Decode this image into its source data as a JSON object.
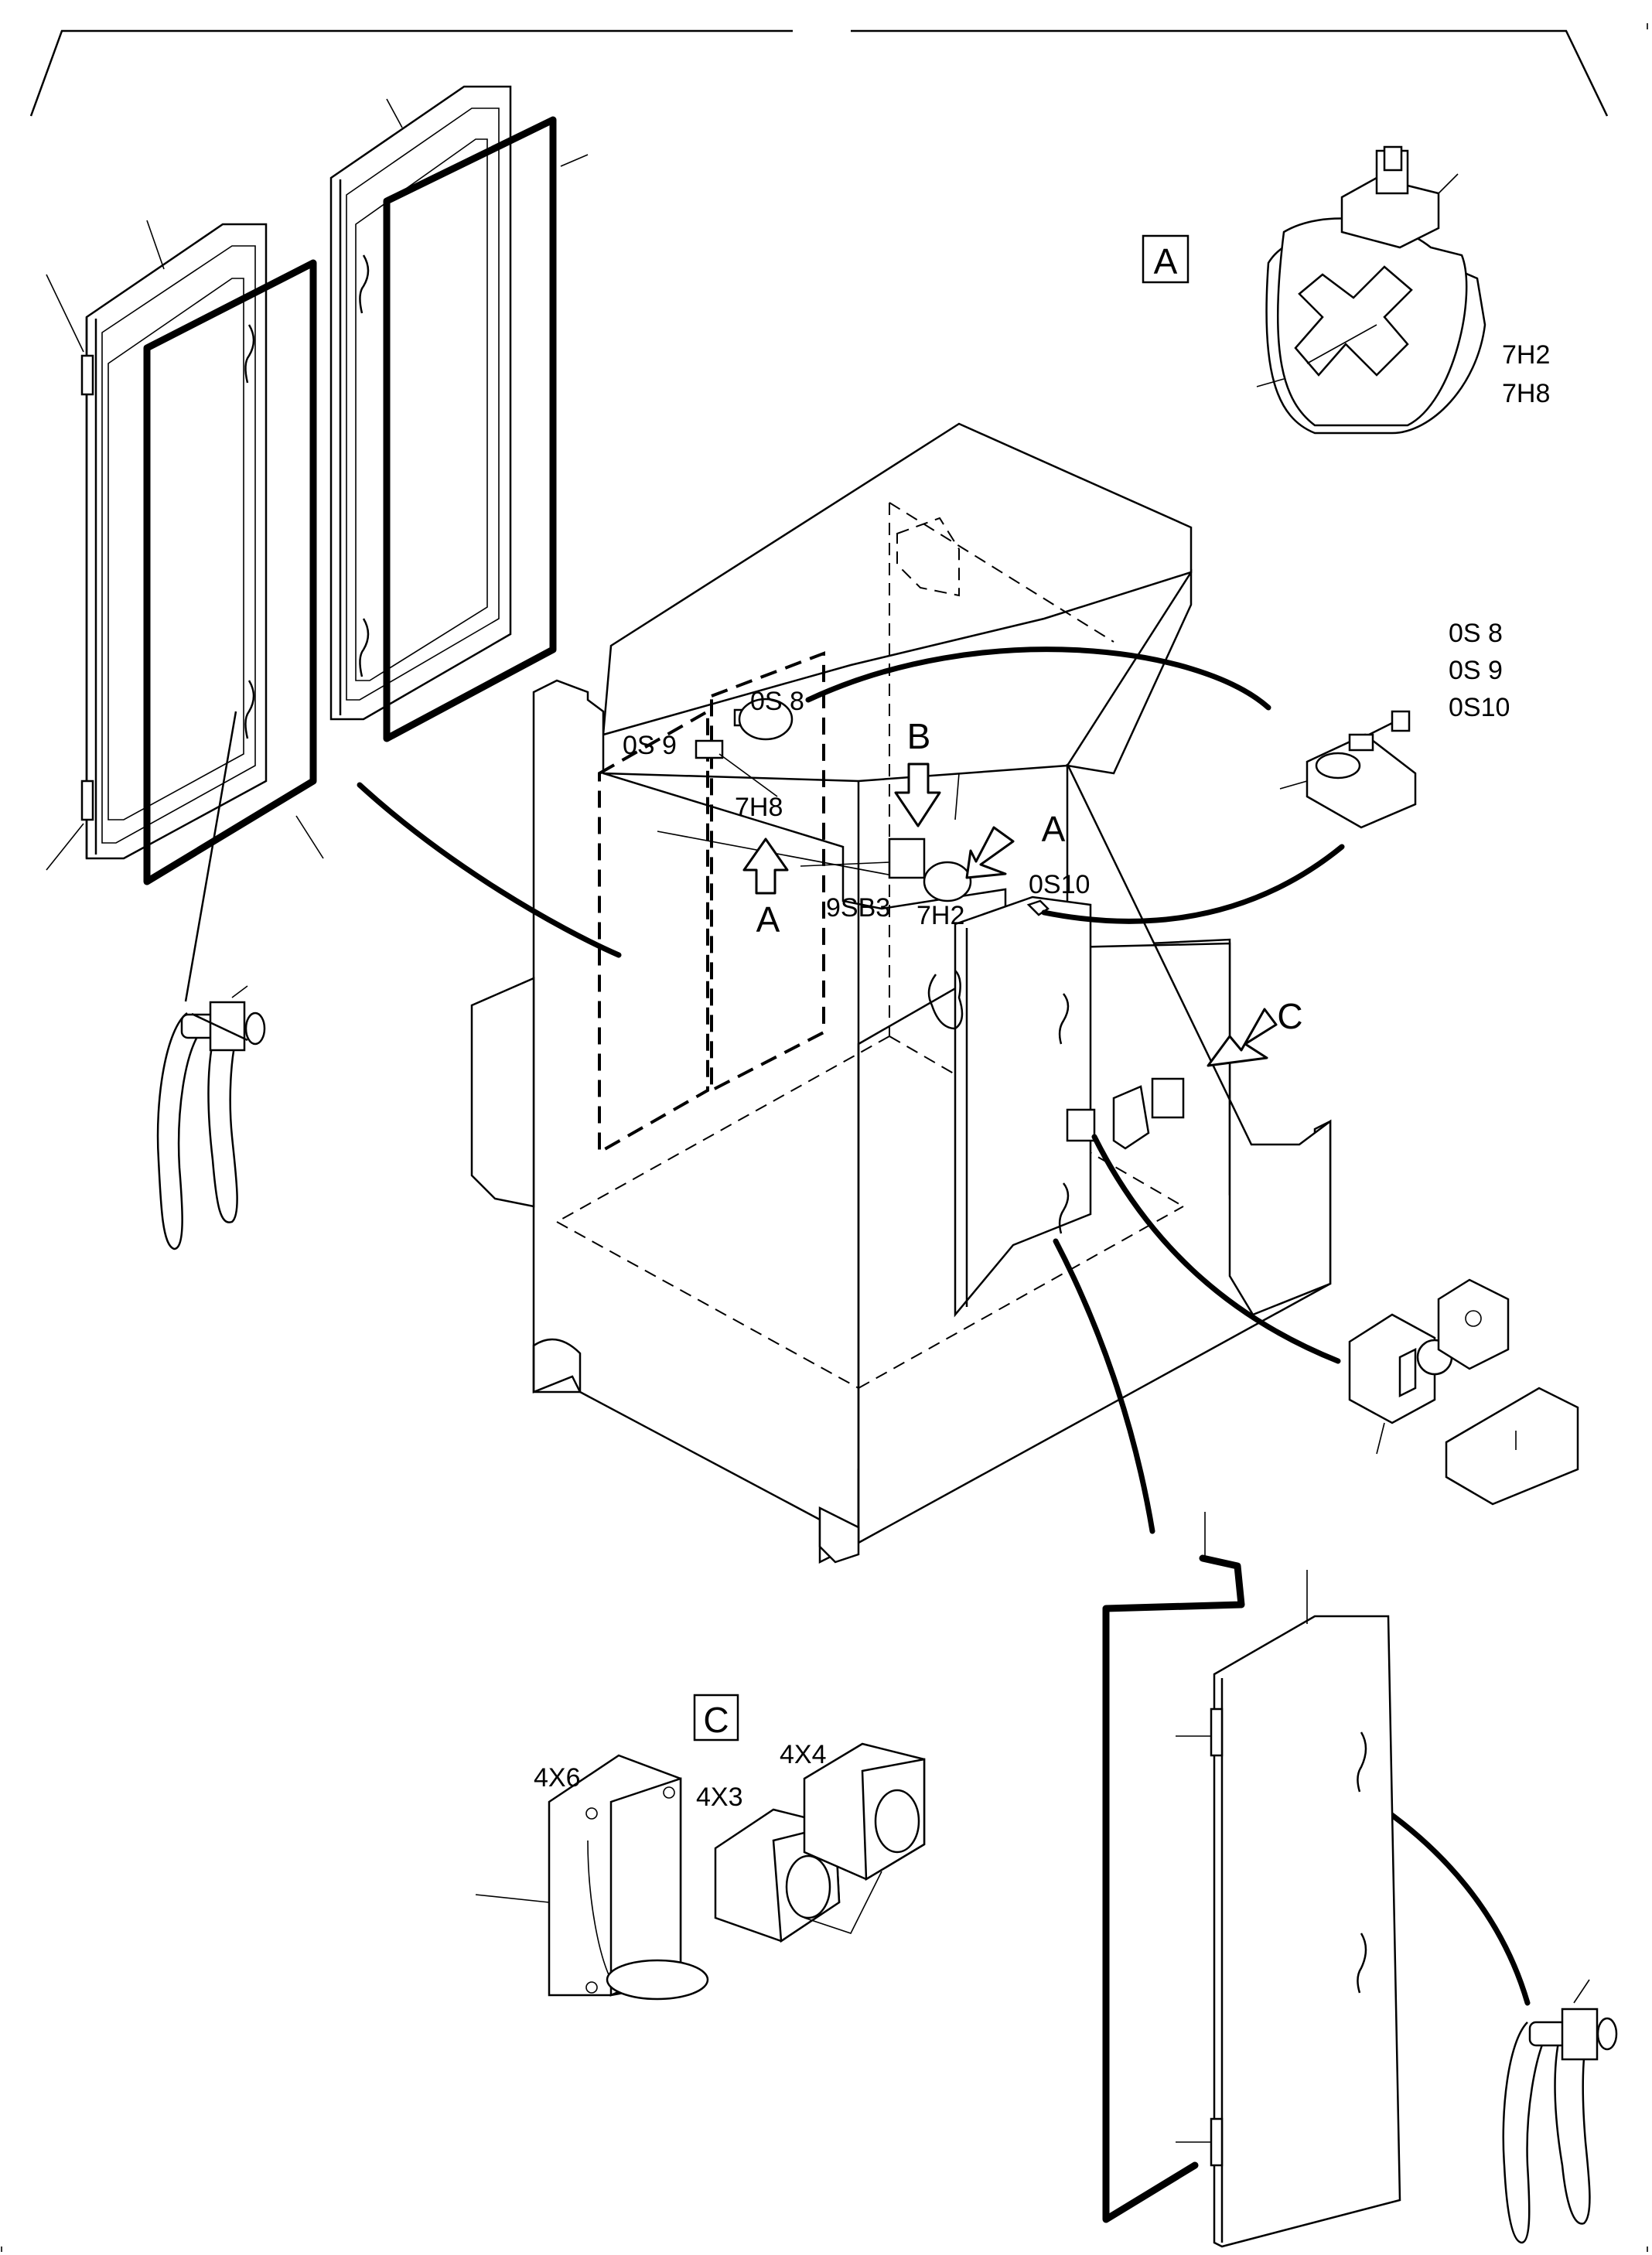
{
  "detail_labels": {
    "A": "A",
    "B": "B",
    "C": "C"
  },
  "labels": {
    "h2": "7H2",
    "h8": "7H8",
    "s8": "0S 8",
    "s9": "0S 9",
    "s10": "0S10",
    "sb3": "9SB3",
    "x3": "4X3",
    "x4": "4X4",
    "x6": "4X6"
  },
  "detail_a_labels": [
    "7H2",
    "7H8"
  ],
  "switch_labels": [
    "0S 8",
    "0S 9",
    "0S10"
  ]
}
